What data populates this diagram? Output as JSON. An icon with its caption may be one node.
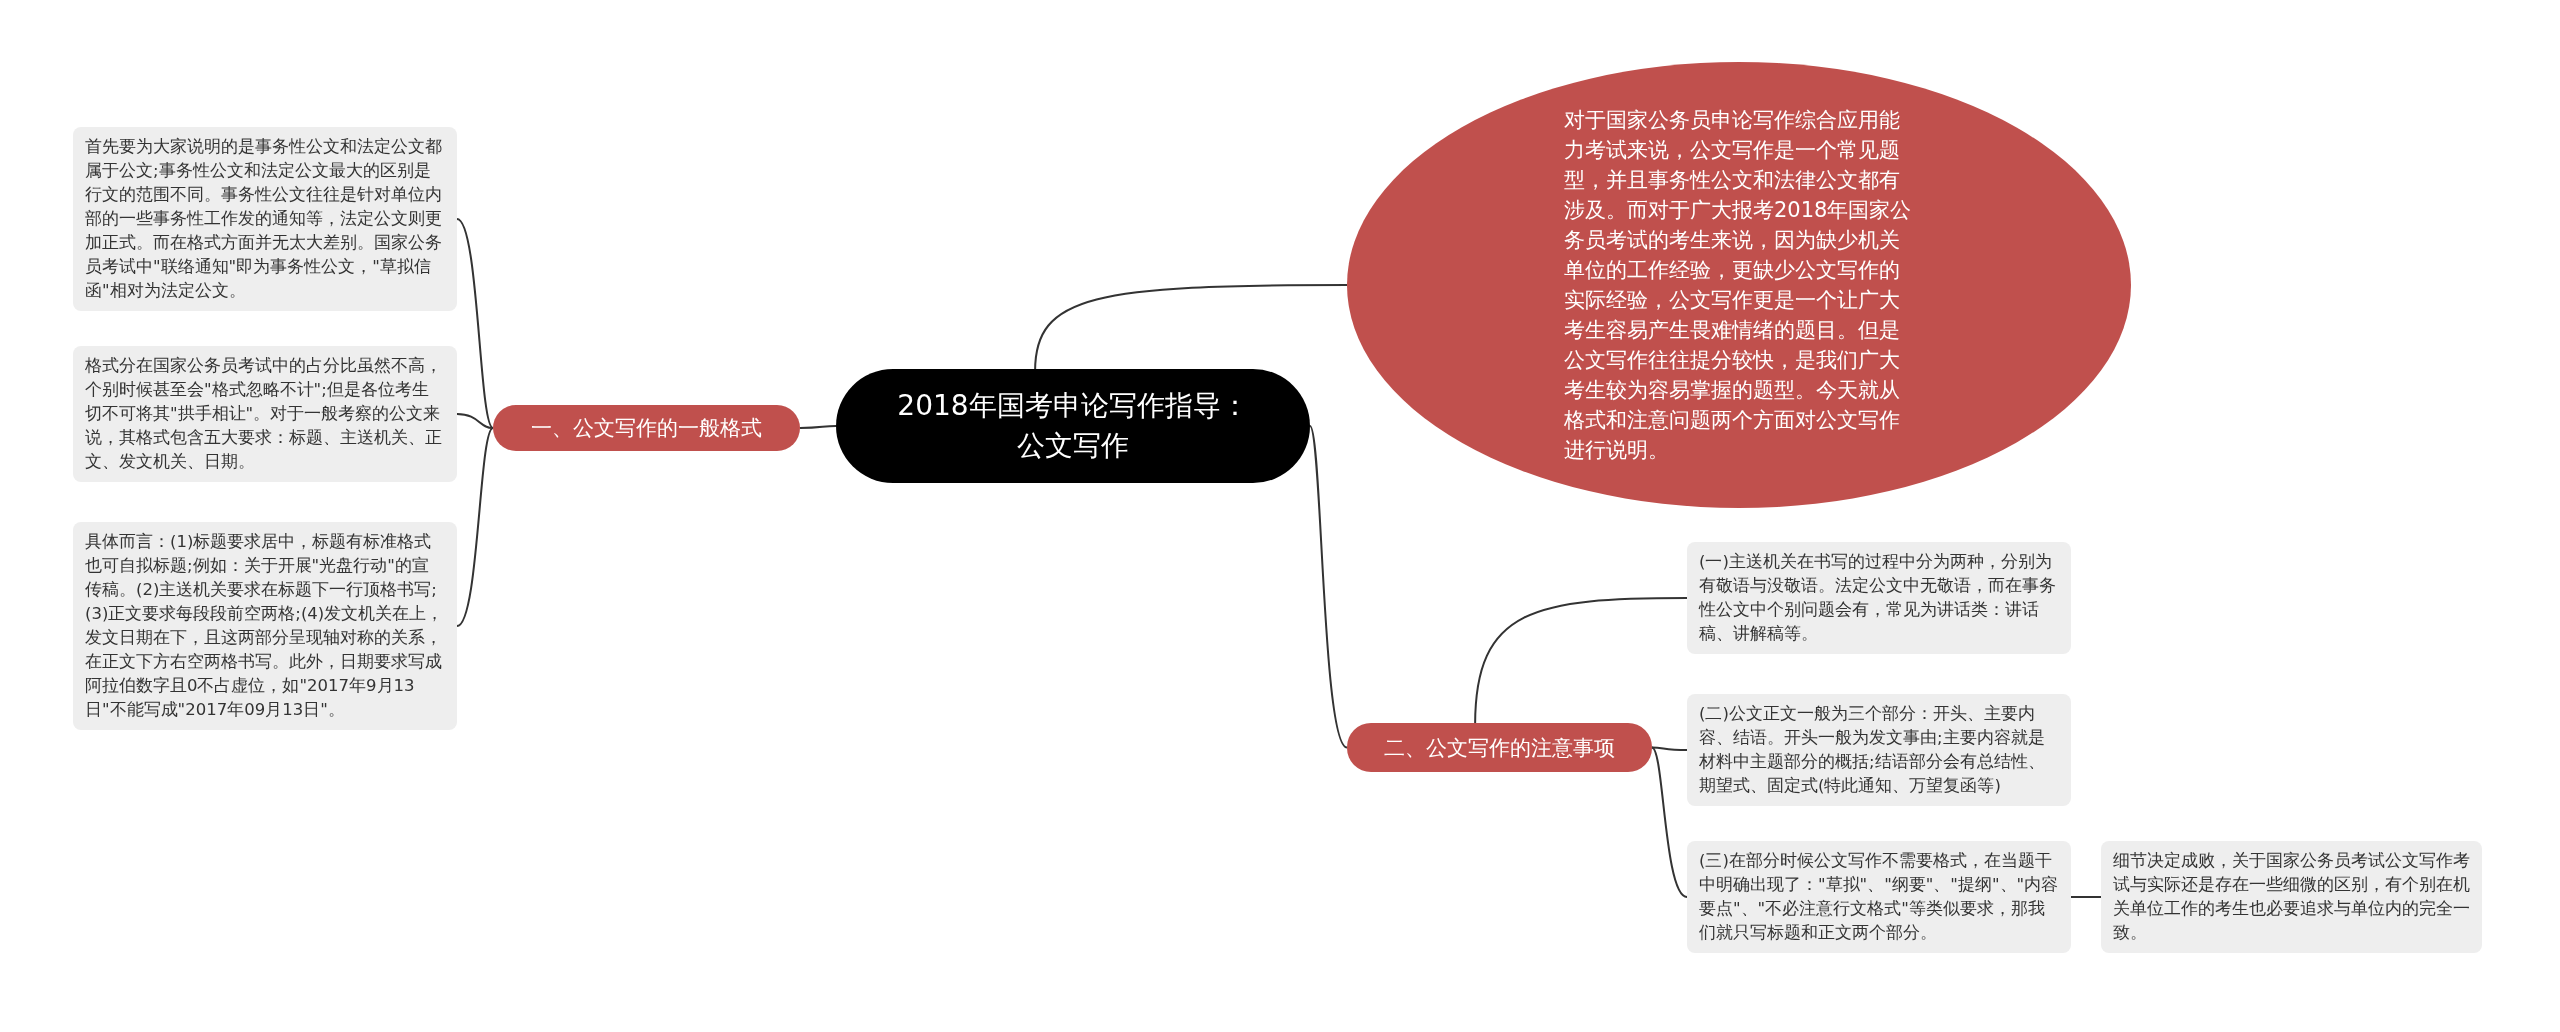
{
  "diagram": {
    "nodes": [
      {
        "text": [
          "2018年国考申论写作指导：公文写作"
        ]
      },
      {
        "text": [
          "一、公文写作的一般格式"
        ]
      },
      {
        "text": [
          "首先要为大家说明的是事务性公文和法定公文都属于公文;事务性公文和法定公文最大的区别是行文的范围不同。事务性公文往往是针对单位内部的一些事务性工作发的通知等，法定公文则更加正式。而在格式方面并无太大差别。国家公务员考试中\"联络通知\"即为事务性公文，\"草拟信函\"相对为法定公文。"
        ]
      },
      {
        "text": [
          "格式分在国家公务员考试中的占分比虽然不高，个别时候甚至会\"格式忽略不计\";但是各位考生切不可将其\"拱手相让\"。对于一般考察的公文来说，其格式包含五大要求：标题、主送机关、正文、发文机关、日期。"
        ]
      },
      {
        "text": [
          "具体而言：(1)标题要求居中，标题有标准格式也可自拟标题;例如：关于开展\"光盘行动\"的宣传稿。(2)主送机关要求在标题下一行顶格书写;(3)正文要求每段段前空两格;(4)发文机关在上，发文日期在下，且这两部分呈现轴对称的关系，在正文下方右空两格书写。此外，日期要求写成阿拉伯数字且0不占虚位，如\"2017年9月13日\"不能写成\"2017年09月13日\"。"
        ]
      },
      {
        "text": [
          "对于国家公务员申论写作综合应用能力考试来说，公文写作是一个常见题型，并且事务性公文和法律公文都有涉及。而对于广大报考2018年国家公务员考试的考生来说，因为缺少机关单位的工作经验，更缺少公文写作的实际经验，公文写作更是一个让广大考生容易产生畏难情绪的题目。但是公文写作往往提分较快，是我们广大考生较为容易掌握的题型。今天就从格式和注意问题两个方面对公文写作进行说明。"
        ]
      },
      {
        "text": [
          "二、公文写作的注意事项"
        ]
      },
      {
        "text": [
          "(一)主送机关在书写的过程中分为两种，分别为有敬语与没敬语。法定公文中无敬语，而在事务性公文中个别问题会有，常见为讲话类：讲话稿、讲解稿等。"
        ]
      },
      {
        "text": [
          "(二)公文正文一般为三个部分：开头、主要内容、结语。开头一般为发文事由;主要内容就是材料中主题部分的概括;结语部分会有总结性、期望式、固定式(特此通知、万望复函等)"
        ]
      },
      {
        "text": [
          "(三)在部分时候公文写作不需要格式，在当题干中明确出现了：\"草拟\"、\"纲要\"、\"提纲\"、\"内容要点\"、\"不必注意行文格式\"等类似要求，那我们就只写标题和正文两个部分。"
        ]
      },
      {
        "text": [
          "细节决定成败，关于国家公务员考试公文写作考试与实际还是存在一些细微的区别，有个别在机关单位工作的考生也必要追求与单位内的完全一致。"
        ]
      }
    ],
    "edges": [
      {
        "from": 0,
        "to": 1,
        "arrow": "none"
      },
      {
        "from": 1,
        "to": 2,
        "arrow": "none"
      },
      {
        "from": 1,
        "to": 3,
        "arrow": "none"
      },
      {
        "from": 1,
        "to": 4,
        "arrow": "none"
      },
      {
        "from": 0,
        "to": 5,
        "arrow": "none"
      },
      {
        "from": 0,
        "to": 6,
        "arrow": "none"
      },
      {
        "from": 6,
        "to": 7,
        "arrow": "none"
      },
      {
        "from": 6,
        "to": 8,
        "arrow": "none"
      },
      {
        "from": 6,
        "to": 9,
        "arrow": "none"
      },
      {
        "from": 9,
        "to": 10,
        "arrow": "none"
      }
    ]
  }
}
